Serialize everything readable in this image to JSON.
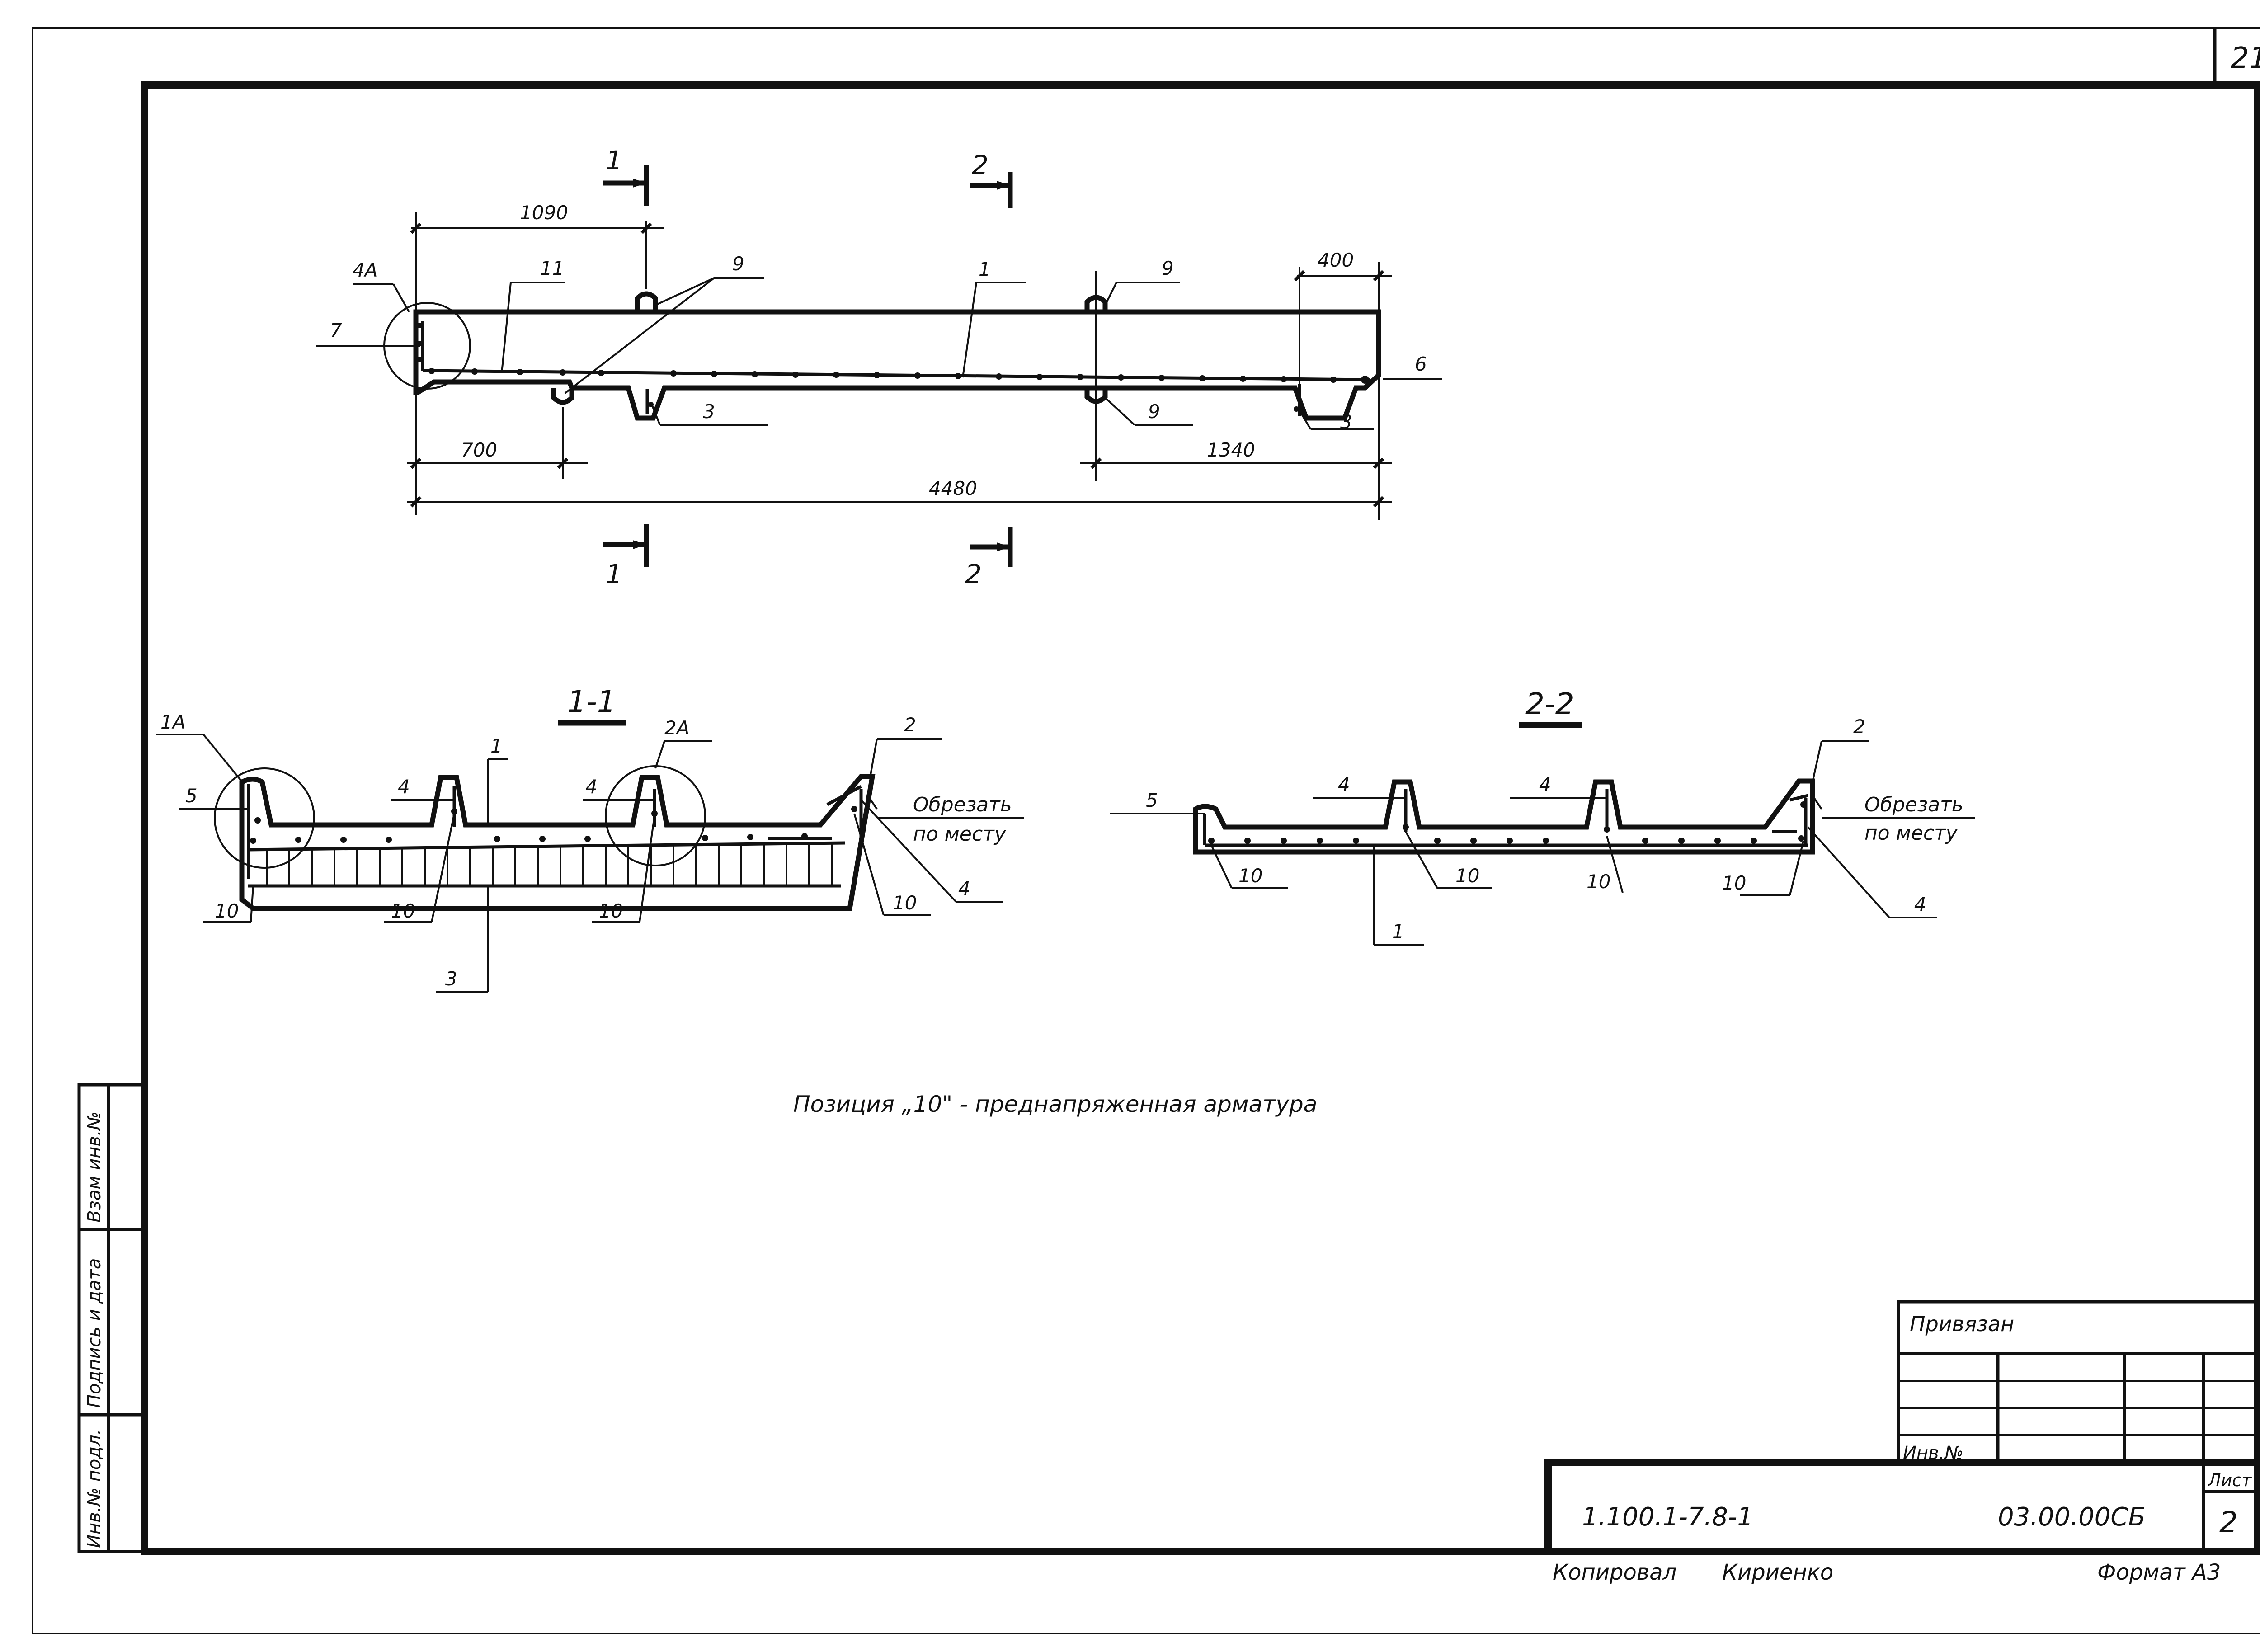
{
  "sheet": {
    "page_number": "21",
    "note": "Позиция „10\" - преднапряженная арматура"
  },
  "main_view": {
    "dims": {
      "d1090": "1090",
      "d400": "400",
      "d700": "700",
      "d1340": "1340",
      "d4480": "4480"
    },
    "leaders": {
      "p4A": "4А",
      "p7": "7",
      "p11": "11",
      "p9a": "9",
      "p9b": "9",
      "p9c": "9",
      "p1": "1",
      "p3a": "3",
      "p3b": "3",
      "p6": "6"
    },
    "cuts": {
      "c1_top": "1",
      "c2_top": "2",
      "c1_bot": "1",
      "c2_bot": "2"
    }
  },
  "section_11": {
    "title": "1-1",
    "labels": {
      "p1A": "1А",
      "p5": "5",
      "p4a": "4",
      "p1": "1",
      "p4b": "4",
      "p2A": "2А",
      "p2": "2",
      "cut_1": "Обрезать",
      "cut_2": "по месту",
      "p10a": "10",
      "p10b": "10",
      "p10c": "10",
      "p10d": "10",
      "p4c": "4",
      "p3": "3"
    }
  },
  "section_22": {
    "title": "2-2",
    "labels": {
      "p5": "5",
      "p4a": "4",
      "p4b": "4",
      "p2": "2",
      "cut_1": "Обрезать",
      "cut_2": "по месту",
      "p10a": "10",
      "p10b": "10",
      "p10c": "10",
      "p10d": "10",
      "p1": "1",
      "p4c": "4"
    }
  },
  "left_strip": {
    "inv_podl": "Инв.№ подл.",
    "podpis": "Подпись и дата",
    "vzam": "Взам инв.№"
  },
  "title_block": {
    "privyazan": "Привязан",
    "inv_no": "Инв.№",
    "code": "1.100.1-7.8-1",
    "doc": "03.00.00СБ",
    "list_label": "Лист",
    "list_no": "2",
    "copied_label": "Копировал",
    "copied_name": "Кириенко",
    "format": "Формат А3"
  }
}
